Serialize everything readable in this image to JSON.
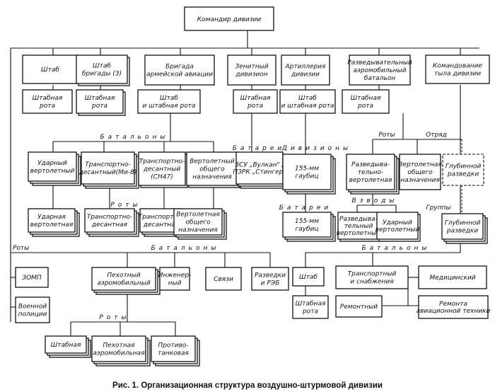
{
  "diagram": {
    "root": "Командир дивизии",
    "top_units": [
      "Штаб",
      [
        "Штаб",
        "бригады (3)"
      ],
      [
        "Бригада",
        "армейской авиации"
      ],
      [
        "Зенитный",
        "дивизион"
      ],
      [
        "Артиллерия",
        "дивизии"
      ],
      [
        "Разведывательный",
        "аэромобильный",
        "батальон"
      ],
      [
        "Командование",
        "тыла дивизии"
      ]
    ],
    "hq_companies": [
      [
        "Штабная",
        "рота"
      ],
      [
        "Штабная",
        "рота"
      ],
      [
        "Штаб",
        "и штабная рота"
      ],
      [
        "Штабная",
        "рота"
      ],
      [
        "Штаб",
        "и штабная рота"
      ],
      [
        "Штабная",
        "рота"
      ]
    ],
    "group_labels": {
      "battalions": "Батальоны",
      "companies": "Роты",
      "batteries": "Батареи",
      "divisions": "Дивизионы",
      "detachment": "Отряд",
      "platoons": "Взводы",
      "groups": "Группы"
    },
    "aviation_battalions": [
      [
        "Ударный",
        "вертолетный"
      ],
      [
        "Транспортно-",
        "десантный(Ми-8)"
      ],
      [
        "Транспортно-",
        "десантный",
        "(СН47)"
      ],
      [
        "Вертолетный",
        "общего",
        "назначения"
      ]
    ],
    "aviation_companies": [
      [
        "Ударная",
        "вертолетная"
      ],
      [
        "Транспортно-",
        "десантная"
      ],
      [
        "Транспортно-",
        "десантная"
      ],
      [
        "Вертолетная",
        "общего",
        "назначения"
      ]
    ],
    "aa_batteries": [
      "ЗСУ „Вулкан\" /",
      "ПЗРК „Стингер\""
    ],
    "artillery_divisions": [
      "155-мм",
      "гаубиц"
    ],
    "artillery_batteries": [
      "155-мм",
      "гаубиц"
    ],
    "recon_companies": [
      [
        "Разведыва-",
        "тельно-",
        "вертолетная"
      ],
      [
        "Вертолетная",
        "общего",
        "назначения"
      ]
    ],
    "recon_detachment": [
      "Глубинной",
      "разведки"
    ],
    "recon_platoons": [
      [
        "Разведыва-",
        "тельный",
        "вертолетный"
      ],
      [
        "Ударный",
        "вертолетный"
      ]
    ],
    "recon_groups": [
      "Глубинной",
      "разведки"
    ],
    "brigade_separate_companies": [
      "ЗОМП",
      [
        "Военной",
        "полиции"
      ]
    ],
    "brigade_battalions": [
      [
        "Пехотный",
        "аэромобильный"
      ],
      [
        "Инженер-",
        "ный"
      ],
      "Связи",
      [
        "Разведки",
        "и РЭБ"
      ]
    ],
    "infantry_companies": [
      "Штабная",
      [
        "Пехотная",
        "аэромобильная"
      ],
      [
        "Противо-",
        "танковая"
      ]
    ],
    "rear_battalions": [
      "Штаб",
      [
        "Транспортный",
        "и снабжения"
      ],
      "Медицинский",
      "Ремонтный",
      [
        "Ремонта",
        "авиационной техники"
      ]
    ],
    "rear_hq_company": [
      "Штабная",
      "рота"
    ]
  },
  "caption": "Рис. 1. Организационная структура воздушно-штурмовой дивизии"
}
